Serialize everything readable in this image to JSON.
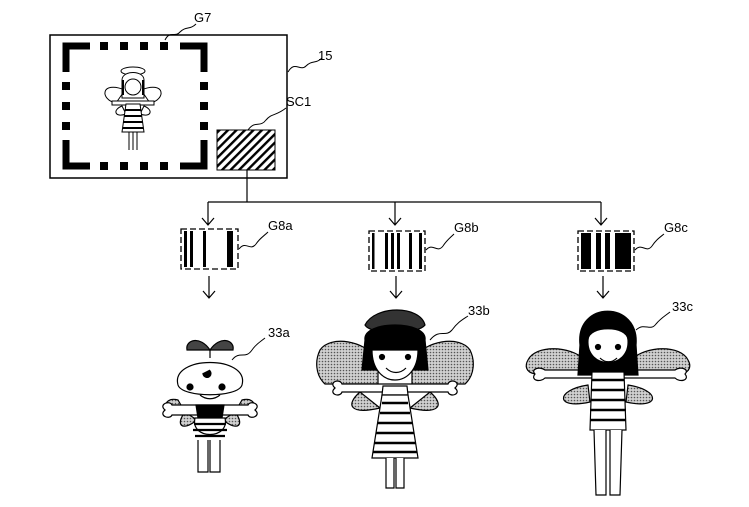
{
  "figure": {
    "labels": {
      "screen": "15",
      "image_g7": "G7",
      "code_sc1": "SC1",
      "code_a": "G8a",
      "code_b": "G8b",
      "code_c": "G8c",
      "char_a": "33a",
      "char_b": "33b",
      "char_c": "33c"
    },
    "icons": {
      "character_preview": "fairy-character-icon",
      "code_region": "hatched-code-icon",
      "barcode": "barcode-icon",
      "character": "character-icon"
    },
    "colors": {
      "ink": "#000000",
      "paper": "#ffffff",
      "wing_fill": "#b8b8b8"
    }
  }
}
